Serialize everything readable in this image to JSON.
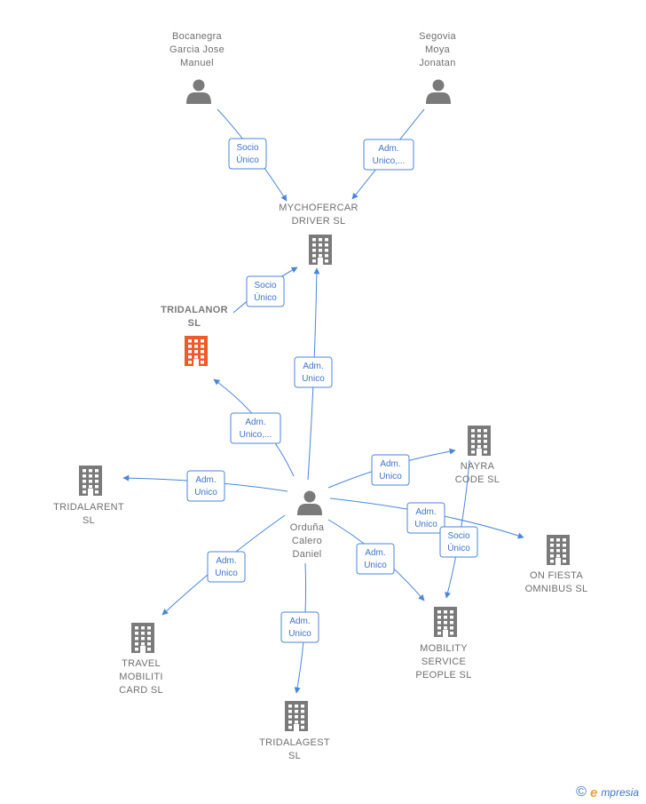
{
  "colors": {
    "edge": "#4a86d8",
    "node": "#7a7a7a",
    "highlight": "#f05a2a"
  },
  "nodes": [
    {
      "id": "bocanegra",
      "kind": "person",
      "lines": [
        "Bocanegra",
        "Garcia Jose",
        "Manuel"
      ]
    },
    {
      "id": "segovia",
      "kind": "person",
      "lines": [
        "Segovia",
        "Moya",
        "Jonatan"
      ]
    },
    {
      "id": "mychofercar",
      "kind": "company",
      "lines": [
        "MYCHOFERCAR",
        "DRIVER  SL"
      ]
    },
    {
      "id": "tridalanor",
      "kind": "company",
      "highlight": true,
      "lines": [
        "TRIDALANOR",
        "SL"
      ]
    },
    {
      "id": "ordunya",
      "kind": "person",
      "lines": [
        "Orduña",
        "Calero",
        "Daniel"
      ]
    },
    {
      "id": "tridalarent",
      "kind": "company",
      "lines": [
        "TRIDALARENT",
        "SL"
      ]
    },
    {
      "id": "nayra",
      "kind": "company",
      "lines": [
        "NAYRA",
        "CODE  SL"
      ]
    },
    {
      "id": "onfiesta",
      "kind": "company",
      "lines": [
        "ON FIESTA",
        "OMNIBUS  SL"
      ]
    },
    {
      "id": "mobility",
      "kind": "company",
      "lines": [
        "MOBILITY",
        "SERVICE",
        "PEOPLE  SL"
      ]
    },
    {
      "id": "travel",
      "kind": "company",
      "lines": [
        "TRAVEL",
        "MOBILITI",
        "CARD  SL"
      ]
    },
    {
      "id": "tridalagest",
      "kind": "company",
      "lines": [
        "TRIDALAGEST",
        "SL"
      ]
    }
  ],
  "edges": [
    {
      "from": "bocanegra",
      "to": "mychofercar",
      "label": [
        "Socio",
        "Único"
      ]
    },
    {
      "from": "segovia",
      "to": "mychofercar",
      "label": [
        "Adm.",
        "Unico,..."
      ]
    },
    {
      "from": "tridalanor",
      "to": "mychofercar",
      "label": [
        "Socio",
        "Único"
      ]
    },
    {
      "from": "ordunya",
      "to": "mychofercar",
      "label": [
        "Adm.",
        "Unico"
      ]
    },
    {
      "from": "ordunya",
      "to": "tridalanor",
      "label": [
        "Adm.",
        "Unico,..."
      ]
    },
    {
      "from": "ordunya",
      "to": "tridalarent",
      "label": [
        "Adm.",
        "Unico"
      ]
    },
    {
      "from": "ordunya",
      "to": "nayra",
      "label": [
        "Adm.",
        "Unico"
      ]
    },
    {
      "from": "ordunya",
      "to": "onfiesta",
      "label": [
        "Adm.",
        "Unico"
      ]
    },
    {
      "from": "nayra",
      "to": "mobility",
      "label": [
        "Socio",
        "Único"
      ]
    },
    {
      "from": "ordunya",
      "to": "mobility",
      "label": [
        "Adm.",
        "Unico"
      ]
    },
    {
      "from": "ordunya",
      "to": "travel",
      "label": [
        "Adm.",
        "Unico"
      ]
    },
    {
      "from": "ordunya",
      "to": "tridalagest",
      "label": [
        "Adm.",
        "Unico"
      ]
    }
  ],
  "footer": {
    "copyright": "©",
    "brand_initial": "e",
    "brand_rest": "mpresia"
  }
}
